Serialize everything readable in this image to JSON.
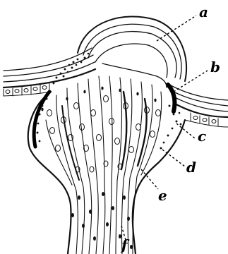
{
  "diagram": {
    "labels": [
      {
        "id": "a",
        "text": "a"
      },
      {
        "id": "b",
        "text": "b"
      },
      {
        "id": "c",
        "text": "c"
      },
      {
        "id": "d",
        "text": "d"
      },
      {
        "id": "e",
        "text": "e"
      },
      {
        "id": "f",
        "text": "f"
      }
    ]
  },
  "colors": {
    "ink": "#111111",
    "background": "#ffffff"
  }
}
